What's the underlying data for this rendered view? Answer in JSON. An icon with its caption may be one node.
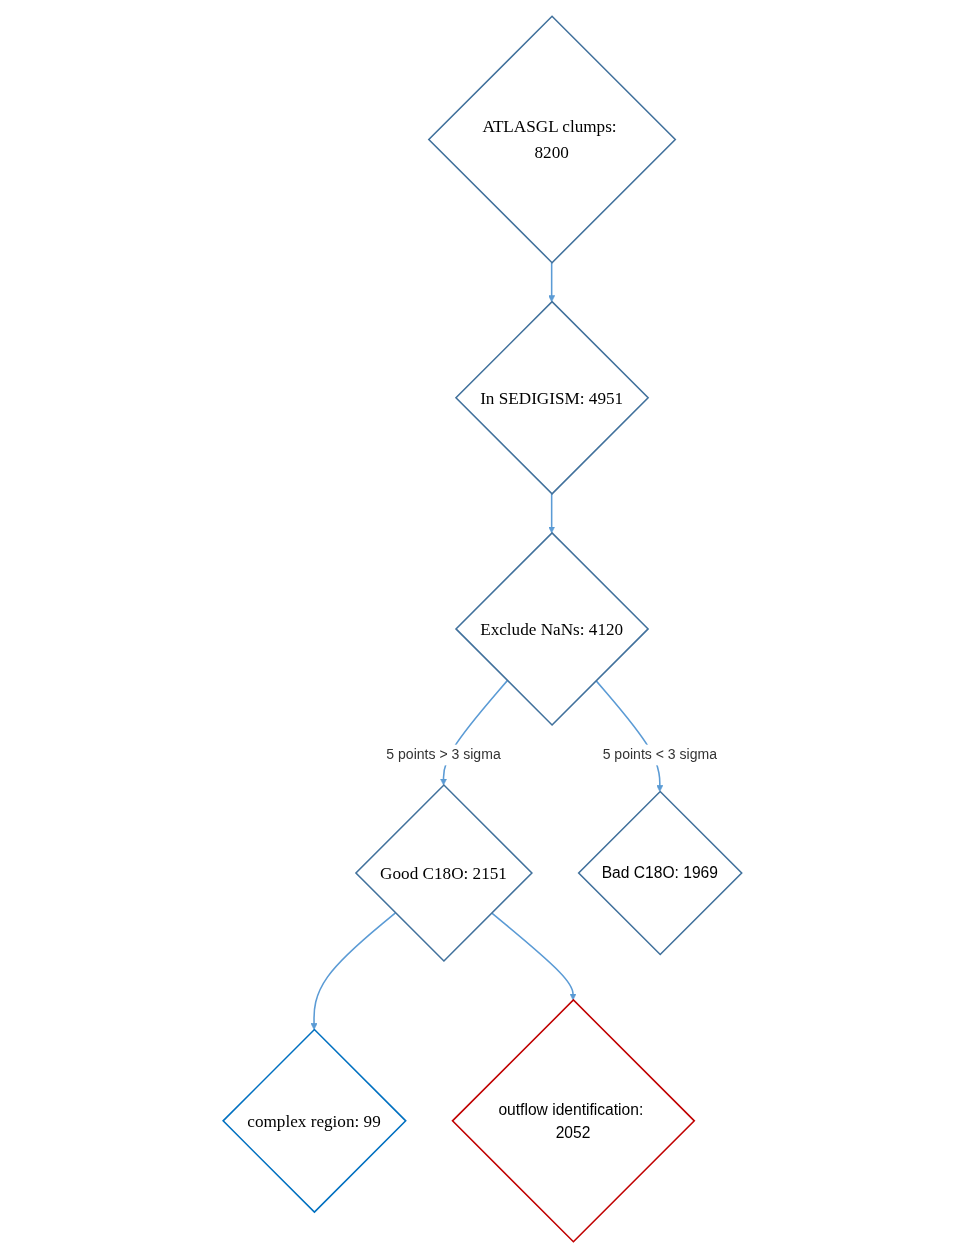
{
  "diagram": {
    "nodes": [
      {
        "text": [
          "ATLASGL clumps: 8200"
        ]
      },
      {
        "text": [
          "In SEDIGISM: 4951"
        ]
      },
      {
        "text": [
          "complex region: 99"
        ]
      },
      {
        "text": [
          "Exclude NaNs: 4120"
        ]
      },
      {
        "text": [
          "Good C18O: 2151"
        ]
      },
      {
        "text": [
          "outflow identification: 2052"
        ]
      },
      {
        "text": [
          "Bad C18O: 1969"
        ]
      }
    ],
    "edges": [
      {
        "from": 0,
        "to": 1,
        "arrow": "to"
      },
      {
        "from": 1,
        "to": 3,
        "arrow": "to"
      },
      {
        "from": 3,
        "to": 4,
        "arrow": "to",
        "label": "5 points > 3 sigma"
      },
      {
        "from": 4,
        "to": 2,
        "arrow": "to"
      },
      {
        "from": 4,
        "to": 5,
        "arrow": "to"
      },
      {
        "from": 3,
        "to": 6,
        "arrow": "to",
        "label": "5 points < 3 sigma"
      }
    ]
  }
}
